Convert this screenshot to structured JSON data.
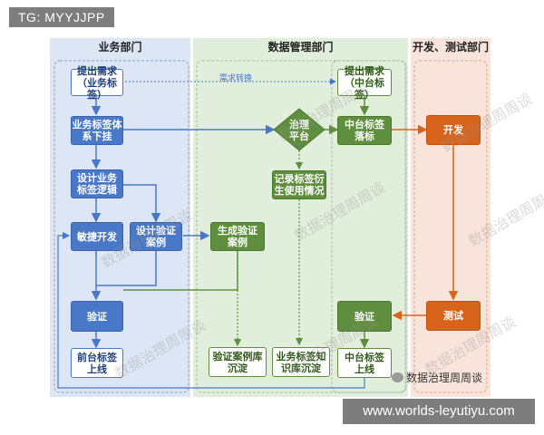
{
  "badges": {
    "tag": "TG: MYYJJPP",
    "url": "www.worlds-leyutiyu.com"
  },
  "lanes": [
    {
      "title": "业务部门",
      "color": "#dde6f5"
    },
    {
      "title": "数据管理部门",
      "color": "#e2eedc"
    },
    {
      "title": "开发、测试部门",
      "color": "#f8e4da"
    }
  ],
  "nodes": {
    "propose_business": [
      "提出需求",
      "（业务标签）"
    ],
    "business_system": [
      "业务标签体",
      "系下挂"
    ],
    "design_logic": [
      "设计业务",
      "标签逻辑"
    ],
    "agile_dev": [
      "敏捷开发"
    ],
    "design_case": [
      "设计验证",
      "案例"
    ],
    "verify_business": [
      "验证"
    ],
    "front_online": [
      "前台标签",
      "上线"
    ],
    "gov_platform": [
      "治理",
      "平台"
    ],
    "generate_case": [
      "生成验证",
      "案例"
    ],
    "record_usage": [
      "记录标签衍",
      "生使用情况"
    ],
    "case_base": [
      "验证案例库",
      "沉淀"
    ],
    "knowledge_base": [
      "业务标签知",
      "识库沉淀"
    ],
    "propose_mid": [
      "提出需求",
      "（中台标签）"
    ],
    "mid_landing": [
      "中台标签",
      "落标"
    ],
    "verify_mid": [
      "验证"
    ],
    "mid_online": [
      "中台标签",
      "上线"
    ],
    "develop": [
      "开发"
    ],
    "test": [
      "测试"
    ]
  },
  "edge_labels": {
    "demand_transfer": "需求转换"
  },
  "watermark": "数据治理周周谈",
  "wechat_label": "数据治理周周谈",
  "colors": {
    "blue": "#4a78c8",
    "green": "#5f8f3e",
    "orange": "#d8641c"
  }
}
